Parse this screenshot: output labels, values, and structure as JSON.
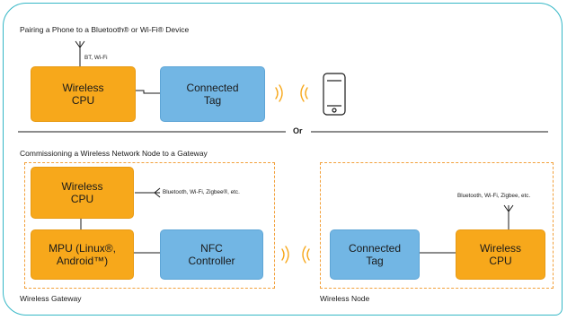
{
  "section1": {
    "title": "Pairing a Phone to a Bluetooth® or Wi-Fi® Device",
    "antenna_label": "BT, Wi-Fi",
    "wireless_cpu": "Wireless\nCPU",
    "connected_tag": "Connected\nTag"
  },
  "divider": {
    "label": "Or"
  },
  "section2": {
    "title": "Commissioning a Wireless Network Node to a Gateway",
    "gateway": {
      "label": "Wireless Gateway",
      "wireless_cpu": "Wireless\nCPU",
      "antenna_label": "Bluetooth, Wi-Fi, Zigbee®, etc.",
      "mpu": "MPU (Linux®,\nAndroid™)",
      "nfc_controller": "NFC\nController"
    },
    "node": {
      "label": "Wireless Node",
      "connected_tag": "Connected\nTag",
      "antenna_label": "Bluetooth, Wi-Fi, Zigbee, etc.",
      "wireless_cpu": "Wireless\nCPU"
    }
  },
  "colors": {
    "frame": "#35b7c6",
    "cpu_box": "#f7a81b",
    "tag_box": "#72b6e4",
    "signal": "#f7a81b",
    "group_border": "#f2a03a"
  },
  "icons": [
    "antenna-icon",
    "nfc-signal-icon",
    "smartphone-icon"
  ]
}
